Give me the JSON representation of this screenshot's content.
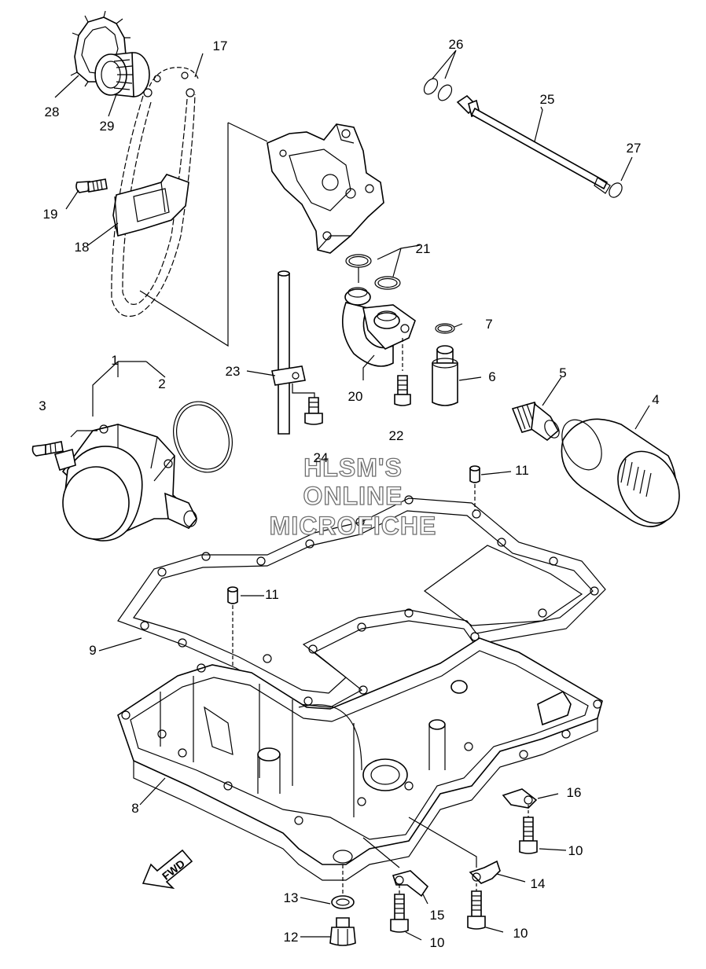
{
  "watermark": {
    "line1": "HLSM'S",
    "line2": "ONLINE",
    "line3": "MICROFICHE"
  },
  "direction_arrow": {
    "label": "FWD"
  },
  "callouts": {
    "c1": "1",
    "c2": "2",
    "c3": "3",
    "c4": "4",
    "c5": "5",
    "c6": "6",
    "c7": "7",
    "c8": "8",
    "c9": "9",
    "c10a": "10",
    "c10b": "10",
    "c10c": "10",
    "c11a": "11",
    "c11b": "11",
    "c12": "12",
    "c13": "13",
    "c14": "14",
    "c15": "15",
    "c16": "16",
    "c17": "17",
    "c18": "18",
    "c19": "19",
    "c20": "20",
    "c21": "21",
    "c22": "22",
    "c23": "23",
    "c24": "24",
    "c25": "25",
    "c26": "26",
    "c27": "27",
    "c28": "28",
    "c29": "29"
  }
}
